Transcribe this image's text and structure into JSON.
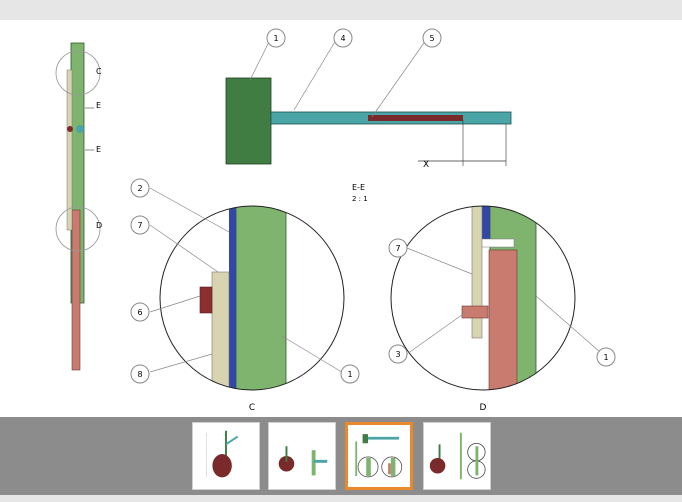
{
  "drawing": {
    "section_label_line1": "E-E",
    "section_label_line2": "2 : 1",
    "dimension_label": "X",
    "side_view_labels": [
      "C",
      "E",
      "E",
      "D"
    ],
    "top_callouts": [
      "1",
      "4",
      "5"
    ],
    "detail_c": {
      "title": "C",
      "callouts": [
        "2",
        "7",
        "6",
        "8",
        "1"
      ]
    },
    "detail_d": {
      "title": "D",
      "callouts": [
        "7",
        "3",
        "1"
      ]
    }
  },
  "thumbnails": [
    {
      "name": "thumbnail-1",
      "active": false
    },
    {
      "name": "thumbnail-2",
      "active": false
    },
    {
      "name": "thumbnail-3",
      "active": true
    },
    {
      "name": "thumbnail-4",
      "active": false
    }
  ],
  "colors": {
    "body_green": "#7fb46f",
    "dark_green": "#3f7d43",
    "teal": "#4aa6a6",
    "blue": "#3347a6",
    "rod_red": "#7a2a2a",
    "salmon": "#c97b6f",
    "beige": "#d8d4b0",
    "accent_orange": "#e8892c"
  }
}
